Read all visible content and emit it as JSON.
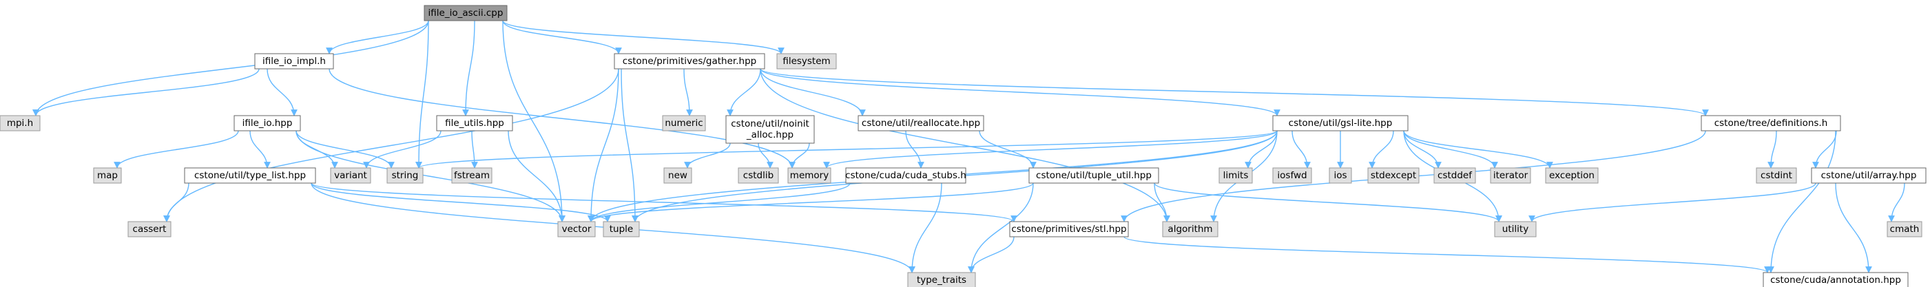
{
  "graph": {
    "colors": {
      "edge": "#63b8ff",
      "local_fill": "#ffffff",
      "system_fill": "#e0e0e0",
      "root_fill": "#999999"
    },
    "nodes": [
      {
        "id": "root",
        "lines": [
          "ifile_io_ascii.cpp"
        ],
        "kind": "root"
      },
      {
        "id": "impl",
        "lines": [
          "ifile_io_impl.h"
        ],
        "kind": "local"
      },
      {
        "id": "gather",
        "lines": [
          "cstone/primitives/gather.hpp"
        ],
        "kind": "local"
      },
      {
        "id": "filesystem",
        "lines": [
          "filesystem"
        ],
        "kind": "system"
      },
      {
        "id": "mpi",
        "lines": [
          "mpi.h"
        ],
        "kind": "system"
      },
      {
        "id": "ifileio",
        "lines": [
          "ifile_io.hpp"
        ],
        "kind": "local"
      },
      {
        "id": "fileutils",
        "lines": [
          "file_utils.hpp"
        ],
        "kind": "local"
      },
      {
        "id": "numeric",
        "lines": [
          "numeric"
        ],
        "kind": "system"
      },
      {
        "id": "noinit",
        "lines": [
          "cstone/util/noinit",
          "_alloc.hpp"
        ],
        "kind": "local"
      },
      {
        "id": "realloc",
        "lines": [
          "cstone/util/reallocate.hpp"
        ],
        "kind": "local"
      },
      {
        "id": "gsl",
        "lines": [
          "cstone/util/gsl-lite.hpp"
        ],
        "kind": "local"
      },
      {
        "id": "treedef",
        "lines": [
          "cstone/tree/definitions.h"
        ],
        "kind": "local"
      },
      {
        "id": "map",
        "lines": [
          "map"
        ],
        "kind": "system"
      },
      {
        "id": "typelist",
        "lines": [
          "cstone/util/type_list.hpp"
        ],
        "kind": "local"
      },
      {
        "id": "variant",
        "lines": [
          "variant"
        ],
        "kind": "system"
      },
      {
        "id": "string",
        "lines": [
          "string"
        ],
        "kind": "system"
      },
      {
        "id": "fstream",
        "lines": [
          "fstream"
        ],
        "kind": "system"
      },
      {
        "id": "new",
        "lines": [
          "new"
        ],
        "kind": "system"
      },
      {
        "id": "cstdlib",
        "lines": [
          "cstdlib"
        ],
        "kind": "system"
      },
      {
        "id": "memory",
        "lines": [
          "memory"
        ],
        "kind": "system"
      },
      {
        "id": "cudastubs",
        "lines": [
          "cstone/cuda/cuda_stubs.h"
        ],
        "kind": "local"
      },
      {
        "id": "tupleutil",
        "lines": [
          "cstone/util/tuple_util.hpp"
        ],
        "kind": "local"
      },
      {
        "id": "limits",
        "lines": [
          "limits"
        ],
        "kind": "system"
      },
      {
        "id": "iosfwd",
        "lines": [
          "iosfwd"
        ],
        "kind": "system"
      },
      {
        "id": "ios",
        "lines": [
          "ios"
        ],
        "kind": "system"
      },
      {
        "id": "stdexcept",
        "lines": [
          "stdexcept"
        ],
        "kind": "system"
      },
      {
        "id": "cstddef",
        "lines": [
          "cstddef"
        ],
        "kind": "system"
      },
      {
        "id": "iterator",
        "lines": [
          "iterator"
        ],
        "kind": "system"
      },
      {
        "id": "exception",
        "lines": [
          "exception"
        ],
        "kind": "system"
      },
      {
        "id": "cstdint",
        "lines": [
          "cstdint"
        ],
        "kind": "system"
      },
      {
        "id": "array",
        "lines": [
          "cstone/util/array.hpp"
        ],
        "kind": "local"
      },
      {
        "id": "cassert",
        "lines": [
          "cassert"
        ],
        "kind": "system"
      },
      {
        "id": "vector",
        "lines": [
          "vector"
        ],
        "kind": "system"
      },
      {
        "id": "tuple",
        "lines": [
          "tuple"
        ],
        "kind": "system"
      },
      {
        "id": "algorithm",
        "lines": [
          "algorithm"
        ],
        "kind": "system"
      },
      {
        "id": "utility",
        "lines": [
          "utility"
        ],
        "kind": "system"
      },
      {
        "id": "cmath",
        "lines": [
          "cmath"
        ],
        "kind": "system"
      },
      {
        "id": "stl",
        "lines": [
          "cstone/primitives/stl.hpp"
        ],
        "kind": "local"
      },
      {
        "id": "typetraits",
        "lines": [
          "type_traits"
        ],
        "kind": "system"
      },
      {
        "id": "annotation",
        "lines": [
          "cstone/cuda/annotation.hpp"
        ],
        "kind": "local"
      }
    ],
    "edges": [
      [
        "root",
        "impl"
      ],
      [
        "root",
        "gather"
      ],
      [
        "root",
        "filesystem"
      ],
      [
        "root",
        "mpi"
      ],
      [
        "root",
        "fileutils"
      ],
      [
        "root",
        "string"
      ],
      [
        "root",
        "vector"
      ],
      [
        "impl",
        "mpi"
      ],
      [
        "impl",
        "ifileio"
      ],
      [
        "impl",
        "memory"
      ],
      [
        "gather",
        "numeric"
      ],
      [
        "gather",
        "noinit"
      ],
      [
        "gather",
        "realloc"
      ],
      [
        "gather",
        "gsl"
      ],
      [
        "gather",
        "treedef"
      ],
      [
        "gather",
        "cassert"
      ],
      [
        "gather",
        "vector"
      ],
      [
        "gather",
        "tuple"
      ],
      [
        "gather",
        "algorithm"
      ],
      [
        "ifileio",
        "map"
      ],
      [
        "ifileio",
        "typelist"
      ],
      [
        "ifileio",
        "variant"
      ],
      [
        "ifileio",
        "string"
      ],
      [
        "ifileio",
        "vector"
      ],
      [
        "fileutils",
        "variant"
      ],
      [
        "fileutils",
        "fstream"
      ],
      [
        "fileutils",
        "vector"
      ],
      [
        "noinit",
        "new"
      ],
      [
        "noinit",
        "cstdlib"
      ],
      [
        "noinit",
        "memory"
      ],
      [
        "realloc",
        "cudastubs"
      ],
      [
        "realloc",
        "tupleutil"
      ],
      [
        "gsl",
        "string"
      ],
      [
        "gsl",
        "memory"
      ],
      [
        "gsl",
        "limits"
      ],
      [
        "gsl",
        "iosfwd"
      ],
      [
        "gsl",
        "ios"
      ],
      [
        "gsl",
        "stdexcept"
      ],
      [
        "gsl",
        "cstddef"
      ],
      [
        "gsl",
        "iterator"
      ],
      [
        "gsl",
        "exception"
      ],
      [
        "gsl",
        "utility"
      ],
      [
        "gsl",
        "algorithm"
      ],
      [
        "gsl",
        "vector"
      ],
      [
        "gsl",
        "tuple"
      ],
      [
        "treedef",
        "cstdint"
      ],
      [
        "treedef",
        "array"
      ],
      [
        "treedef",
        "stl"
      ],
      [
        "treedef",
        "annotation"
      ],
      [
        "typelist",
        "cassert"
      ],
      [
        "typelist",
        "tuple"
      ],
      [
        "typelist",
        "typetraits"
      ],
      [
        "typelist",
        "stl"
      ],
      [
        "cudastubs",
        "vector"
      ],
      [
        "cudastubs",
        "typetraits"
      ],
      [
        "tupleutil",
        "algorithm"
      ],
      [
        "tupleutil",
        "typetraits"
      ],
      [
        "tupleutil",
        "utility"
      ],
      [
        "tupleutil",
        "vector"
      ],
      [
        "array",
        "utility"
      ],
      [
        "array",
        "cmath"
      ],
      [
        "array",
        "annotation"
      ],
      [
        "stl",
        "typetraits"
      ],
      [
        "stl",
        "annotation"
      ]
    ]
  }
}
